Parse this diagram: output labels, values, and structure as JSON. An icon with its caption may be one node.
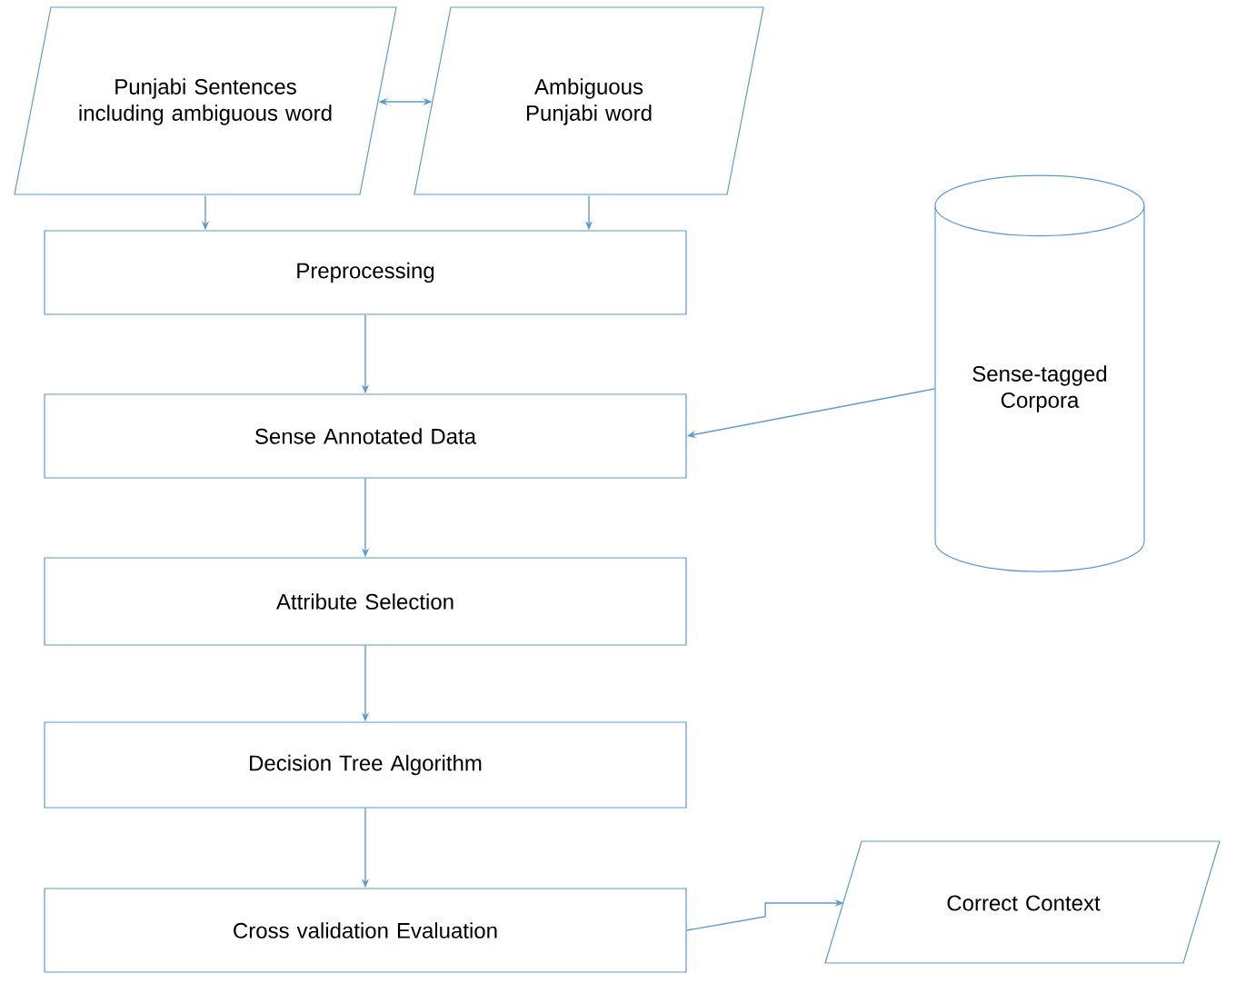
{
  "diagram": {
    "nodes": [
      {
        "text": [
          "Punjabi Sentences including ambiguous word"
        ]
      },
      {
        "text": [
          "Ambiguous Punjabi word"
        ]
      },
      {
        "text": [
          "Preprocessing"
        ]
      },
      {
        "text": [
          "Sense Annotated Data"
        ]
      },
      {
        "text": [
          "Sense-tagged Corpora"
        ]
      },
      {
        "text": [
          "Attribute Selection"
        ]
      },
      {
        "text": [
          "Decision Tree Algorithm"
        ]
      },
      {
        "text": [
          "Cross validation Evaluation"
        ]
      },
      {
        "text": [
          "Correct Context"
        ]
      }
    ],
    "edges": [
      {
        "from": 0,
        "to": 1,
        "arrow": "both"
      },
      {
        "from": 0,
        "to": 2,
        "arrow": "to"
      },
      {
        "from": 1,
        "to": 2,
        "arrow": "to"
      },
      {
        "from": 2,
        "to": 3,
        "arrow": "to"
      },
      {
        "from": 4,
        "to": 3,
        "arrow": "to"
      },
      {
        "from": 3,
        "to": 5,
        "arrow": "to"
      },
      {
        "from": 5,
        "to": 6,
        "arrow": "to"
      },
      {
        "from": 6,
        "to": 7,
        "arrow": "to"
      },
      {
        "from": 7,
        "to": 8,
        "arrow": "to"
      }
    ]
  }
}
